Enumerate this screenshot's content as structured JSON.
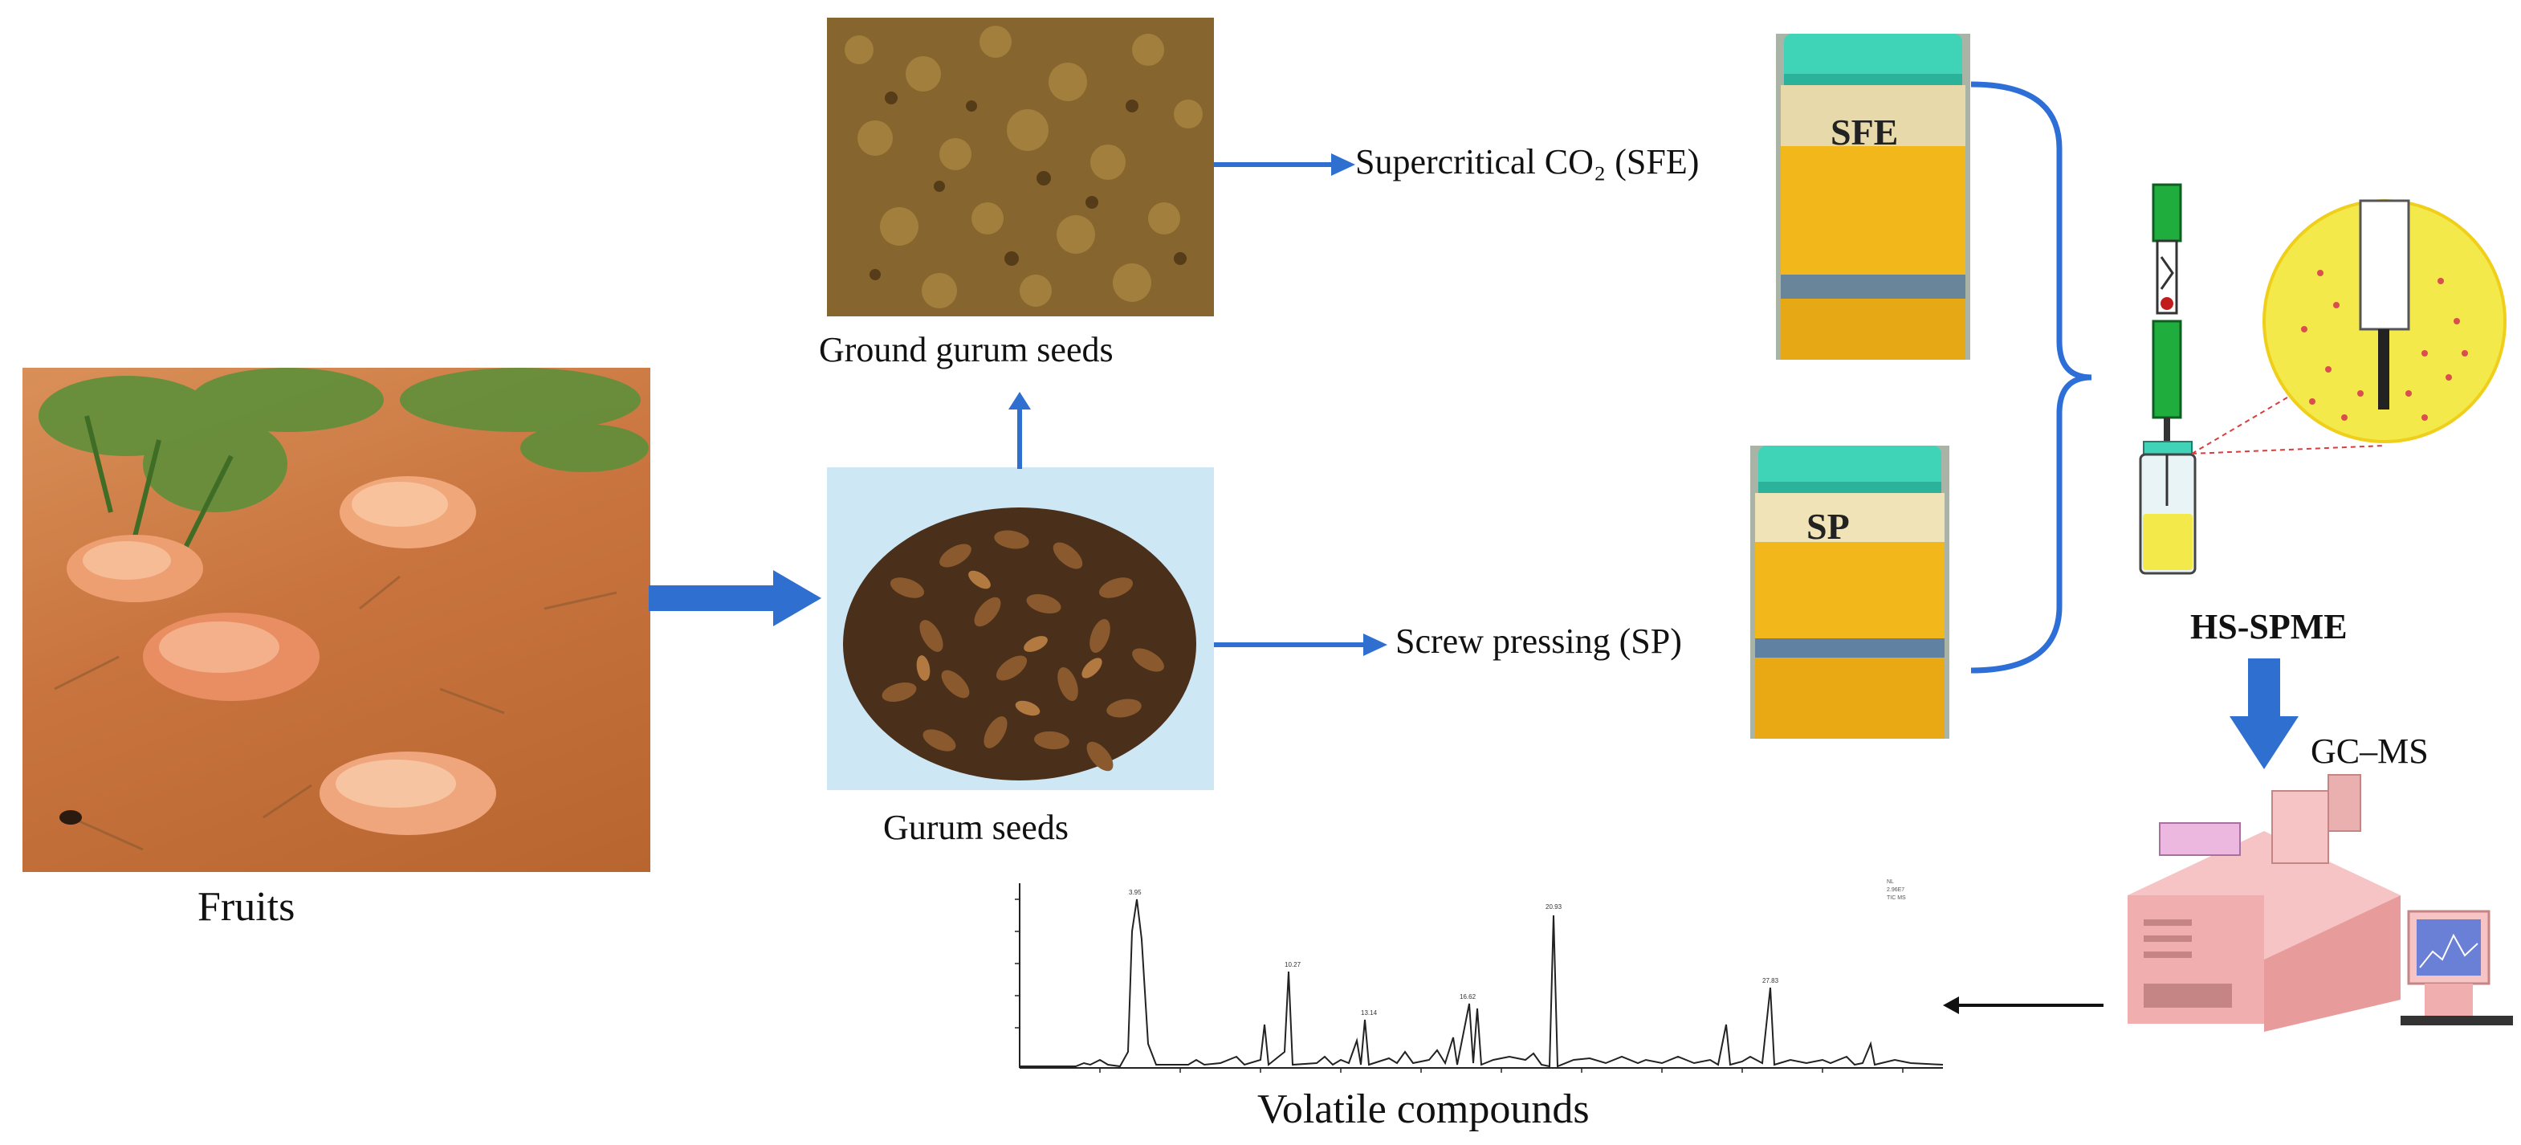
{
  "labels": {
    "fruits": "Fruits",
    "gurum_seeds": "Gurum seeds",
    "ground_gurum_seeds": "Ground gurum seeds",
    "sfe_method": "Supercritical CO₂ (SFE)",
    "sp_method": "Screw pressing (SP)",
    "hs_spme": "HS-SPME",
    "gc_ms": "GC–MS",
    "volatile_compounds": "Volatile compounds"
  },
  "jar_labels": {
    "sfe": "SFE",
    "sp": "SP"
  },
  "colors": {
    "arrow_blue": "#2f6fcf",
    "bracket_blue": "#2d6fd6",
    "oil_yellow": "#f2b71b",
    "jar_lid": "#3fd4b8",
    "spme_green": "#1fae3e",
    "spme_circle": "#f4e94a",
    "gcms_pink": "#f6c4c4"
  }
}
